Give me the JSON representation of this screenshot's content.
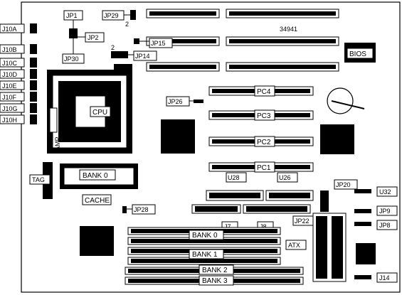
{
  "board": {
    "model_number": "34941"
  },
  "labels": {
    "j10a": "J10A",
    "j10b": "J10B",
    "j10c": "J10C",
    "j10d": "J10D",
    "j10e": "J10E",
    "j10f": "J10F",
    "j10g": "J10G",
    "j10h": "J10H",
    "jp1": "JP1",
    "jp2": "JP2",
    "jp30": "JP30",
    "jp29": "JP29",
    "jp15": "JP15",
    "jp14": "JP14",
    "jp26": "JP26",
    "jp28": "JP28",
    "jp20": "JP20",
    "jp22": "JP22",
    "jp9": "JP9",
    "jp8": "JP8",
    "u32": "U32",
    "j14": "J14",
    "j7": "J7",
    "j8": "J8",
    "u28": "U28",
    "u26": "U26",
    "bios": "BIOS",
    "cpu": "CPU",
    "amp": "AMP",
    "tag": "TAG",
    "cache_bank": "BANK 0",
    "cache": "CACHE",
    "pc1": "PC1",
    "pc2": "PC2",
    "pc3": "PC3",
    "pc4": "PC4",
    "simm_bank0": "BANK 0",
    "simm_bank1": "BANK 1",
    "dimm_bank2": "BANK 2",
    "dimm_bank3": "BANK 3",
    "atx": "ATX",
    "pin2_jp29": "2",
    "pin2_jp14": "2"
  }
}
